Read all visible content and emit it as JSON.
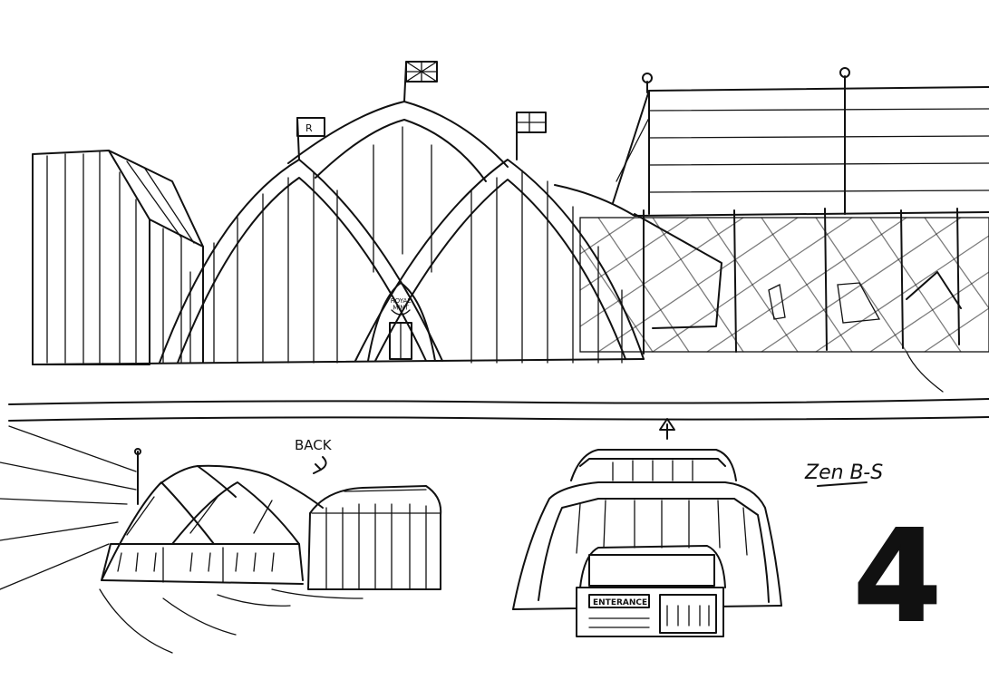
{
  "top_sign": "ROYAL\nMINT",
  "back_label": "BACK",
  "entrance_label": "ENTERANCE",
  "signature": "Zen B-S",
  "page_number": "4",
  "colors": {
    "ink": "#111111",
    "paper": "#ffffff"
  }
}
